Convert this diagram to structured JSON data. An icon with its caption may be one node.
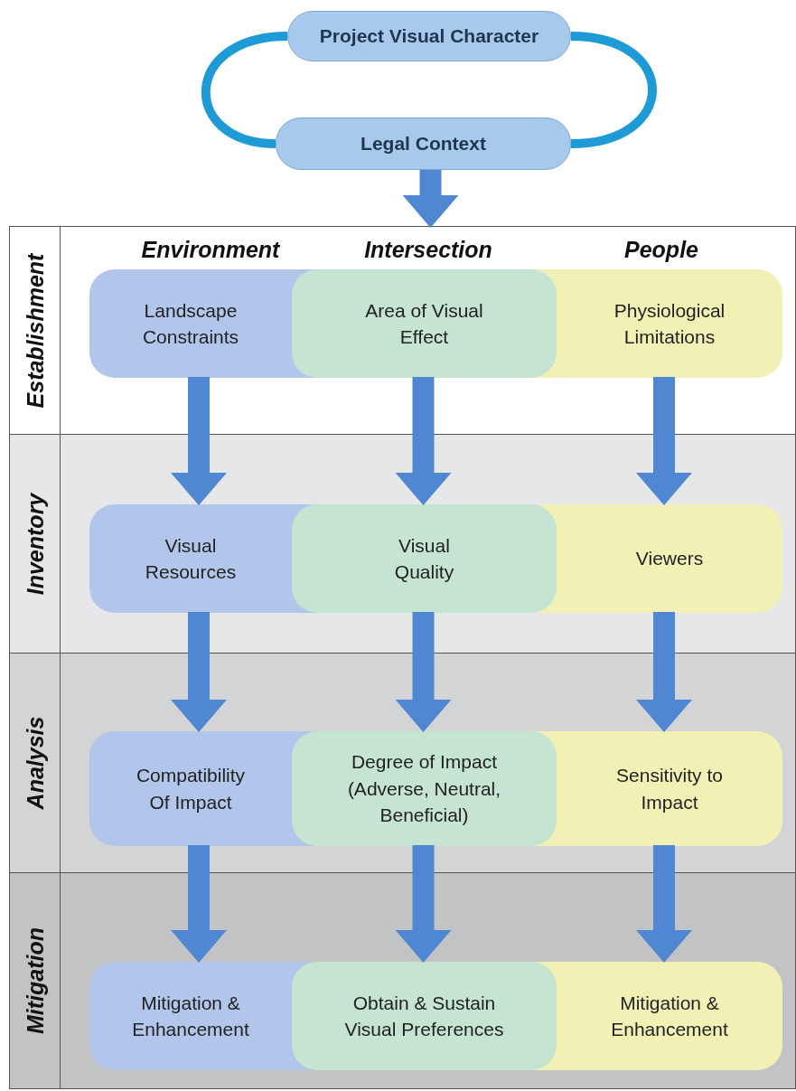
{
  "diagram": {
    "nodes": [
      {
        "text": [
          "Project Visual Character"
        ]
      },
      {
        "text": [
          "Legal Context"
        ]
      },
      {
        "text": [
          "Establishment"
        ]
      },
      {
        "text": [
          "Landscape Constraints"
        ],
        "in": 2
      },
      {
        "text": [
          "Area of Visual Effect"
        ],
        "in": 2
      },
      {
        "text": [
          "Physiological Limitations"
        ],
        "in": 2
      },
      {
        "text": [
          "Inventory"
        ]
      },
      {
        "text": [
          "Visual Resources"
        ],
        "in": 6
      },
      {
        "text": [
          "Visual Quality"
        ],
        "in": 6
      },
      {
        "text": [
          "Viewers"
        ],
        "in": 6
      },
      {
        "text": [
          "Analysis"
        ]
      },
      {
        "text": [
          "Compatibility Of Impact"
        ],
        "in": 10
      },
      {
        "text": [
          "Degree of Impact (Adverse, Neutral, Beneficial)"
        ],
        "in": 10
      },
      {
        "text": [
          "Sensitivity to Impact"
        ],
        "in": 10
      },
      {
        "text": [
          "Mitigation"
        ]
      },
      {
        "text": [
          "Mitigation & Enhancement"
        ],
        "in": 14
      },
      {
        "text": [
          "Obtain & Sustain Visual Preferences"
        ],
        "in": 14
      },
      {
        "text": [
          "Mitigation & Enhancement"
        ],
        "in": 14
      }
    ],
    "edges": [
      {
        "from": 0,
        "to": 1,
        "arrow": "none",
        "color": "#1e9bd7"
      },
      {
        "from": 0,
        "to": 1,
        "arrow": "none",
        "color": "#1e9bd7"
      },
      {
        "from": 1,
        "to": 2,
        "arrow": "to"
      },
      {
        "from": 3,
        "to": 7,
        "arrow": "to"
      },
      {
        "from": 4,
        "to": 8,
        "arrow": "to"
      },
      {
        "from": 5,
        "to": 9,
        "arrow": "to"
      },
      {
        "from": 7,
        "to": 11,
        "arrow": "to"
      },
      {
        "from": 8,
        "to": 12,
        "arrow": "to"
      },
      {
        "from": 9,
        "to": 13,
        "arrow": "to"
      },
      {
        "from": 11,
        "to": 15,
        "arrow": "to"
      },
      {
        "from": 12,
        "to": 16,
        "arrow": "to"
      },
      {
        "from": 13,
        "to": 17,
        "arrow": "to"
      }
    ],
    "labels": [
      "Environment",
      "Intersection",
      "People"
    ]
  }
}
